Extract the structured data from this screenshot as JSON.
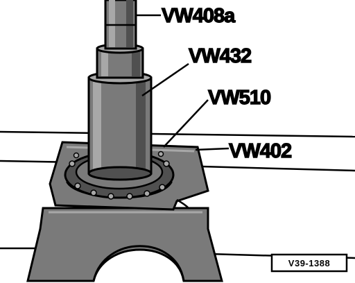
{
  "figure": {
    "labels": {
      "vw408a": "VW408a",
      "vw432": "VW432",
      "vw510": "VW510",
      "vw402": "VW402"
    },
    "reference_code": "V39-1388",
    "colors": {
      "ink": "#000000",
      "part_fill": "#7a7a7a",
      "part_dark": "#505050",
      "part_light": "#a8a8a8",
      "background": "#ffffff"
    }
  }
}
